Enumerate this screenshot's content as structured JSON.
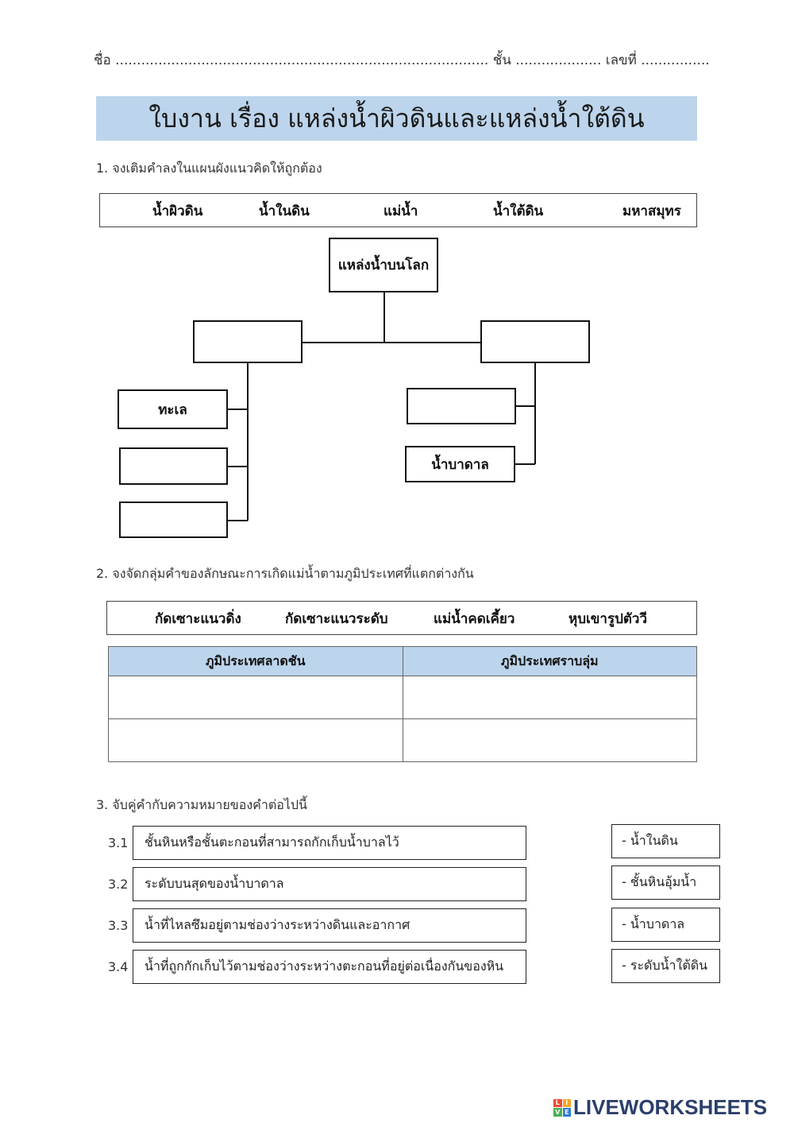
{
  "header": {
    "name_label": "ชื่อ",
    "name_dots": ".......................................................................................",
    "class_label": "ชั้น",
    "class_dots": "....................",
    "number_label": "เลขที่",
    "number_dots": "................"
  },
  "title": "ใบงาน เรื่อง แหล่งน้ำผิวดินและแหล่งน้ำใต้ดิน",
  "q1": {
    "instruction": "1. จงเติมคำลงในแผนผังแนวคิดให้ถูกต้อง",
    "word_bank": [
      "น้ำผิวดิน",
      "น้ำในดิน",
      "แม่น้ำ",
      "น้ำใต้ดิน",
      "มหาสมุทร"
    ],
    "diagram": {
      "root": "แหล่งน้ำบนโลก",
      "left_child": "",
      "right_child": "",
      "left_leaves": [
        "ทะเล",
        "",
        ""
      ],
      "right_leaves": [
        "",
        "น้ำบาดาล"
      ]
    }
  },
  "q2": {
    "instruction": "2. จงจัดกลุ่มคำของลักษณะการเกิดแม่น้ำตามภูมิประเทศที่แตกต่างกัน",
    "word_bank": [
      "กัดเซาะแนวดิ่ง",
      "กัดเซาะแนวระดับ",
      "แม่น้ำคดเคี้ยว",
      "หุบเขารูปตัววี"
    ],
    "table_headers": [
      "ภูมิประเทศลาดชัน",
      "ภูมิประเทศราบลุ่ม"
    ]
  },
  "q3": {
    "instruction": "3. จับคู่คำกับความหมายของคำต่อไปนี้",
    "items": [
      {
        "num": "3.1",
        "definition": "ชั้นหินหรือชั้นตะกอนที่สามารถกักเก็บน้ำบาลไว้"
      },
      {
        "num": "3.2",
        "definition": "ระดับบนสุดของน้ำบาดาล"
      },
      {
        "num": "3.3",
        "definition": "น้ำที่ไหลซึมอยู่ตามช่องว่างระหว่างดินและอากาศ"
      },
      {
        "num": "3.4",
        "definition": "น้ำที่ถูกกักเก็บไว้ตามช่องว่างระหว่างตะกอนที่อยู่ต่อเนื่องกันของหิน"
      }
    ],
    "answers": [
      "- น้ำในดิน",
      "- ชั้นหินอุ้มน้ำ",
      "- น้ำบาดาล",
      "- ระดับน้ำใต้ดิน"
    ]
  },
  "footer": {
    "logo_text": "LIVEWORKSHEETS",
    "logo_colors": [
      "#e94e3c",
      "#f5a623",
      "#4caf50",
      "#2b7bd6"
    ]
  }
}
